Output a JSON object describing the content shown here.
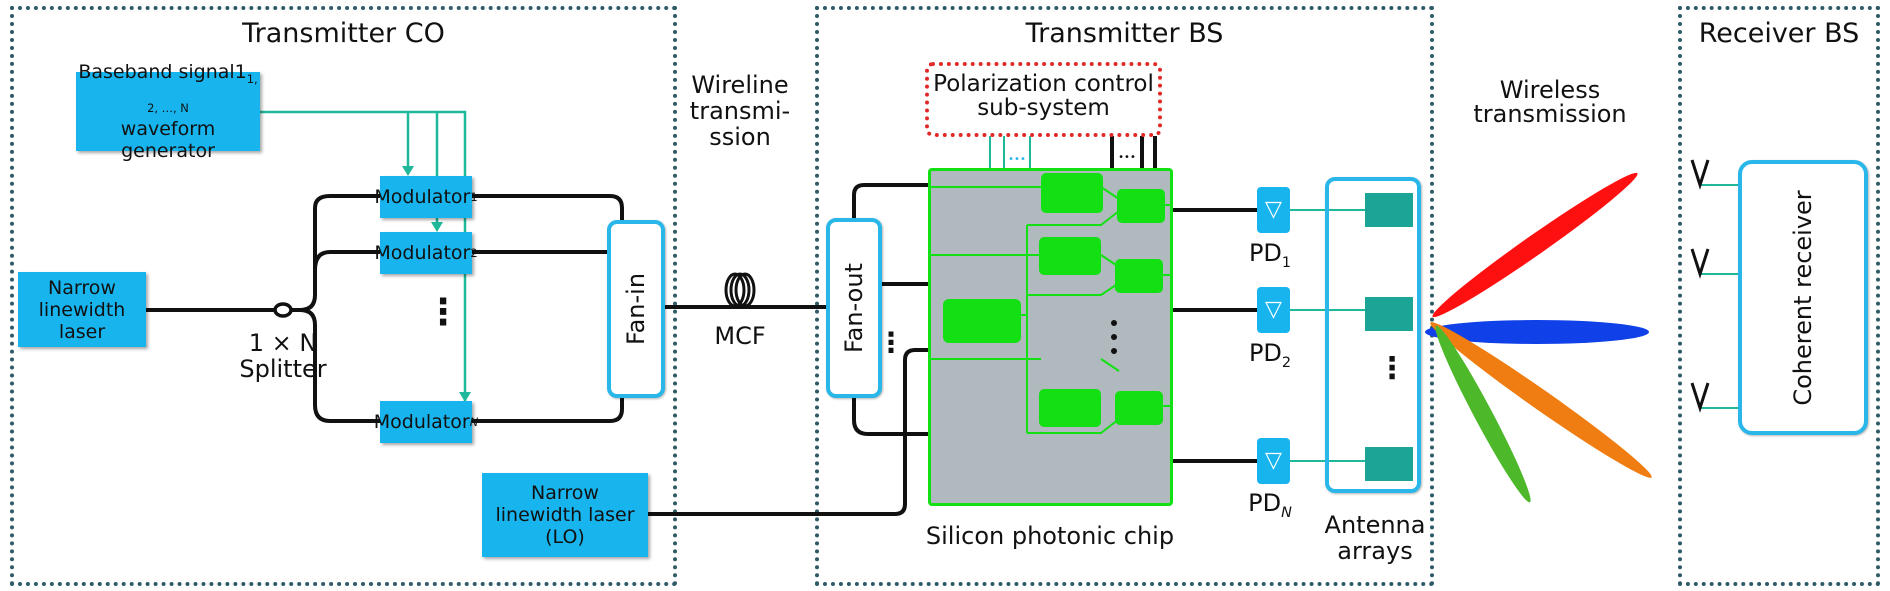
{
  "regions": {
    "transmitter_co": "Transmitter CO",
    "transmitter_bs": "Transmitter BS",
    "receiver_bs": "Receiver BS"
  },
  "baseband": {
    "line1": "Baseband signal1",
    "subscript": "1, 2, …, N",
    "line2": "waveform generator"
  },
  "laser": {
    "line1": "Narrow",
    "line2": "linewidth laser"
  },
  "splitter": {
    "line1": "1 × N",
    "line2": "Splitter"
  },
  "modulators": [
    {
      "name": "Modulator",
      "sub": "1"
    },
    {
      "name": "Modulator",
      "sub": "2"
    },
    {
      "name": "Modulator",
      "sub": "N"
    }
  ],
  "fan_in": "Fan-in",
  "wireline": {
    "line1": "Wireline",
    "line2": "transmi-",
    "line3": "ssion"
  },
  "mcf": "MCF",
  "lo_laser": {
    "line1": "Narrow",
    "line2": "linewidth laser",
    "line3": "(LO)"
  },
  "fan_out": "Fan-out",
  "polarization": {
    "line1": "Polarization control",
    "line2": "sub-system"
  },
  "chip_label": "Silicon photonic chip",
  "pds": [
    {
      "name": "PD",
      "sub": "1"
    },
    {
      "name": "PD",
      "sub": "2"
    },
    {
      "name": "PD",
      "sub": "N"
    }
  ],
  "antenna": {
    "line1": "Antenna",
    "line2": "arrays"
  },
  "wireless": {
    "line1": "Wireless",
    "line2": "transmission"
  },
  "coherent_receiver": "Coherent receiver",
  "ellipsis": "⋮",
  "colors": {
    "box_blue": "#17b4ee",
    "outline_blue": "#29b6e8",
    "signal_teal": "#1fb89a",
    "chip_gray": "#b0b9bd",
    "chip_green": "#13e013",
    "antenna_teal": "#1aa596",
    "beam_red": "#ff1010",
    "beam_blue": "#1040e8",
    "beam_orange": "#f07d12",
    "beam_green": "#4cb82a",
    "polarization_red": "#e02a2a"
  }
}
